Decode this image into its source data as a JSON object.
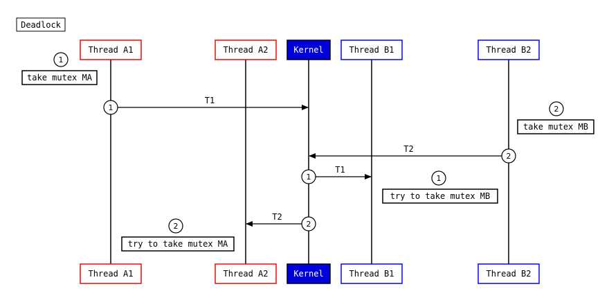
{
  "title": "Deadlock",
  "colors": {
    "thread_a": "#ff0000",
    "thread_b": "#0000ff",
    "kernel_fill": "#0000dd",
    "kernel_text": "#ffffff",
    "line": "#000000"
  },
  "participants": [
    {
      "id": "a1",
      "label": "Thread A1",
      "style": "thread_a"
    },
    {
      "id": "a2",
      "label": "Thread A2",
      "style": "thread_a"
    },
    {
      "id": "kernel",
      "label": "Kernel",
      "style": "kernel"
    },
    {
      "id": "b1",
      "label": "Thread B1",
      "style": "thread_b"
    },
    {
      "id": "b2",
      "label": "Thread B2",
      "style": "thread_b"
    }
  ],
  "messages": [
    {
      "from": "a1",
      "to": "kernel",
      "label": "T1",
      "marker": "1"
    },
    {
      "from": "b2",
      "to": "kernel",
      "label": "T2",
      "marker": "2"
    },
    {
      "from": "kernel",
      "to": "b1",
      "label": "T1",
      "marker": "1"
    },
    {
      "from": "kernel",
      "to": "a2",
      "label": "T2",
      "marker": "2"
    }
  ],
  "notes": [
    {
      "marker": "1",
      "text": "take mutex MA"
    },
    {
      "marker": "2",
      "text": "take mutex MB"
    },
    {
      "marker": "1",
      "text": "try to take mutex MB"
    },
    {
      "marker": "2",
      "text": "try to take mutex MA"
    }
  ]
}
